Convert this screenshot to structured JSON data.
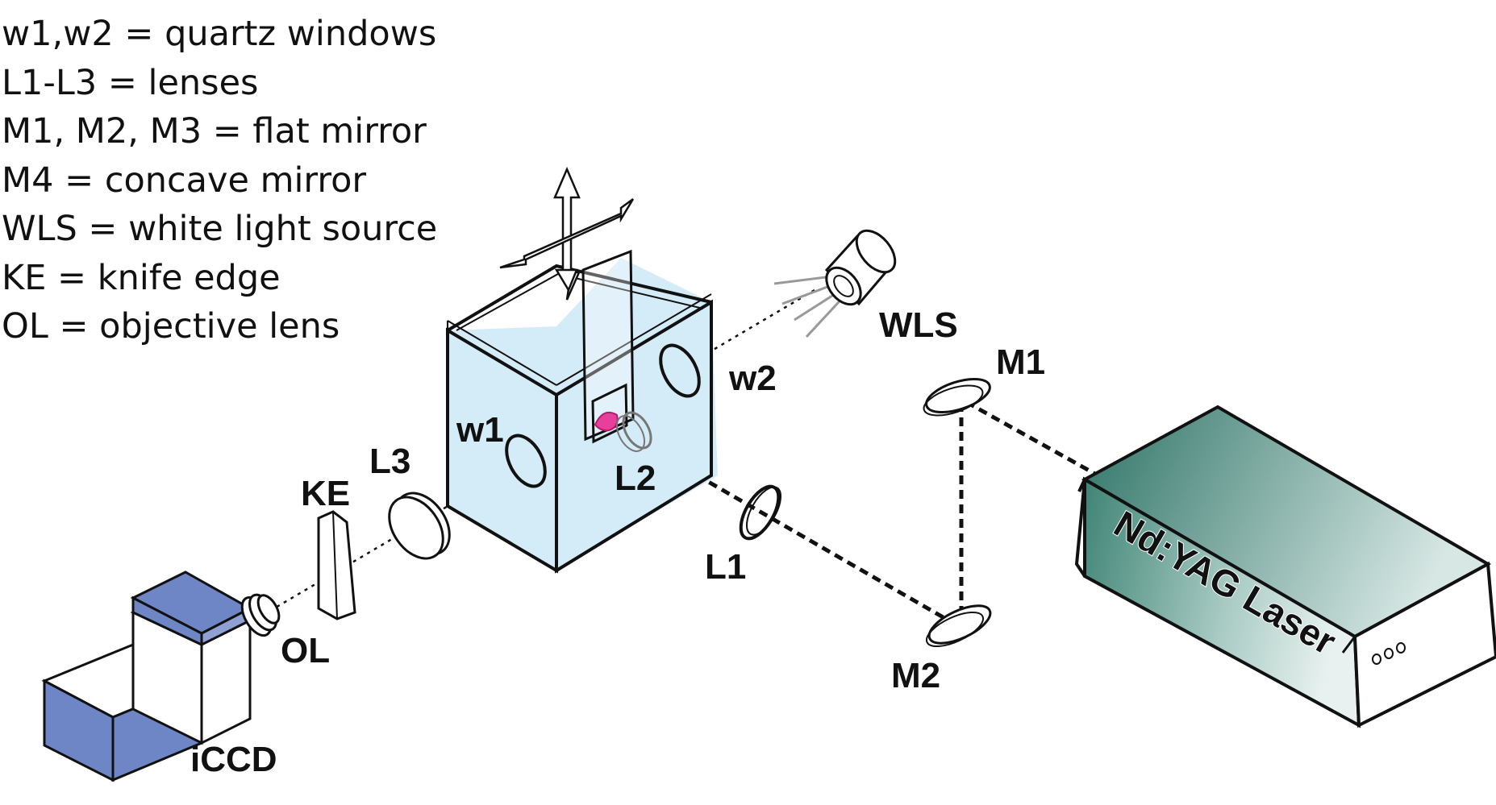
{
  "legend": [
    "w1,w2 = quartz windows",
    "L1-L3 = lenses",
    "M1, M2, M3 = flat mirror",
    "M4 = concave mirror",
    "WLS = white light source",
    "KE = knife edge",
    "OL = objective lens"
  ],
  "labels": {
    "wls": "WLS",
    "w2": "w2",
    "w1": "w1",
    "l3": "L3",
    "l2": "L2",
    "l1": "L1",
    "ke": "KE",
    "ol": "OL",
    "m1": "M1",
    "m2": "M2",
    "iccd": "iCCD",
    "laser": "Nd:YAG Laser"
  },
  "colors": {
    "water": "#d4ecf8",
    "laser_body": "#2f7467",
    "camera_blue": "#6f86c6",
    "sample": "#e8409a",
    "outline": "#111111"
  }
}
